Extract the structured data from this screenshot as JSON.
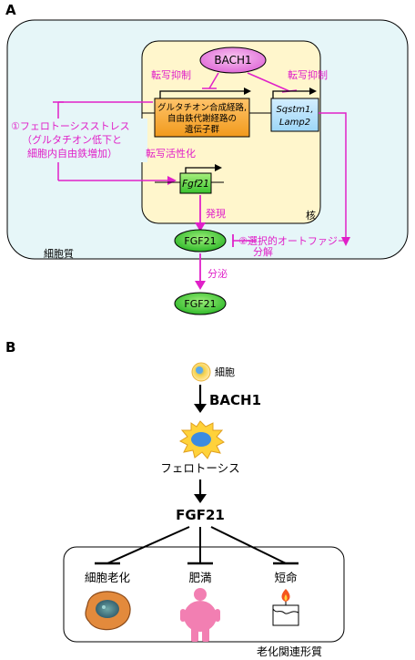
{
  "panel_a": {
    "label": "A",
    "bach1": "BACH1",
    "repress_left": "転写抑制",
    "repress_right": "転写抑制",
    "gene_box_lines": [
      "グルタチオン合成経路,",
      "自由鉄代謝経路の",
      "遺伝子群"
    ],
    "sq_lines": [
      "Sqstm1,",
      "Lamp2"
    ],
    "stress_lines": [
      "①フェロトーシスストレス",
      "（グルタチオン低下と",
      "細胞内自由鉄増加）"
    ],
    "activate": "転写活性化",
    "fgf21_gene": "Fgf21",
    "nucleus": "核",
    "expression": "発現",
    "fgf21_protein": "FGF21",
    "autophagy": "②選択的オートファジー",
    "degradation": "分解",
    "cytoplasm": "細胞質",
    "secretion": "分泌",
    "fgf21_secreted": "FGF21"
  },
  "panel_b": {
    "label": "B",
    "cell": "細胞",
    "bach1": "BACH1",
    "ferroptosis": "フェロトーシス",
    "fgf21": "FGF21",
    "senescence": "細胞老化",
    "obesity": "肥満",
    "short_life": "短命",
    "aging_phenotype": "老化関連形質"
  }
}
